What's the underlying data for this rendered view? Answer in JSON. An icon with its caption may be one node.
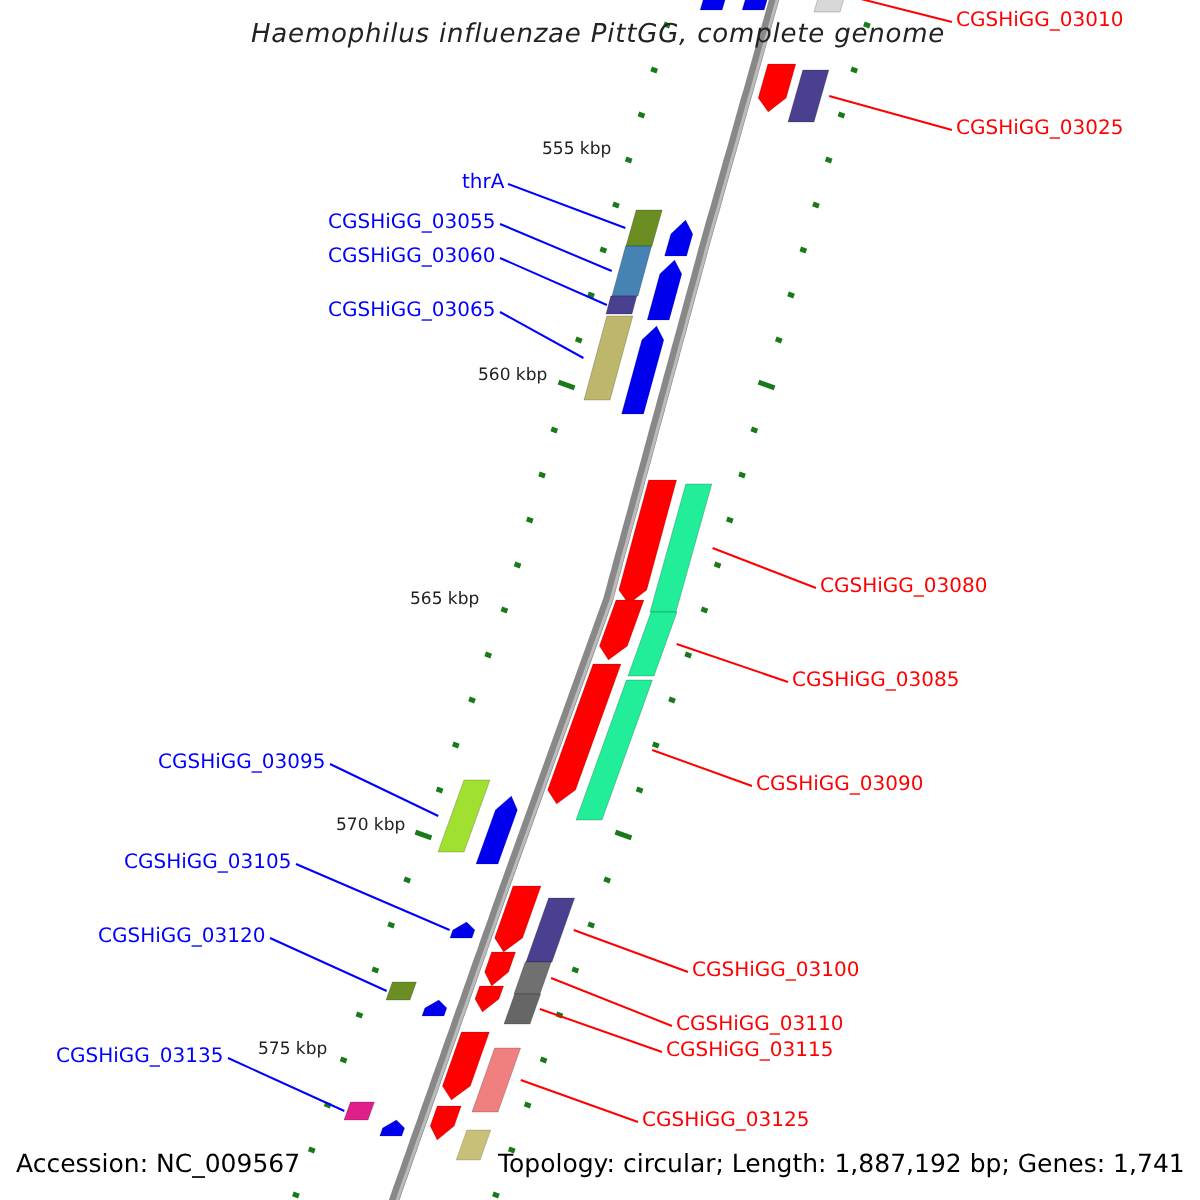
{
  "diagram": {
    "title": "Haemophilus influenzae PittGG, complete genome",
    "nodes": [
      {
        "text": [
          "CGSHiGG_03010"
        ]
      },
      {
        "text": [],
        "shape": "box"
      },
      {
        "text": [
          "CGSHiGG_03025"
        ]
      },
      {
        "text": [],
        "shape": "box"
      },
      {
        "text": [
          "thrA"
        ]
      },
      {
        "text": [],
        "shape": "box"
      },
      {
        "text": [
          "CGSHiGG_03055"
        ]
      },
      {
        "text": [],
        "shape": "box"
      },
      {
        "text": [
          "CGSHiGG_03060"
        ]
      },
      {
        "text": [],
        "shape": "box"
      },
      {
        "text": [
          "CGSHiGG_03065"
        ]
      },
      {
        "text": [],
        "shape": "box"
      },
      {
        "text": [
          "CGSHiGG_03080"
        ]
      },
      {
        "text": [],
        "shape": "box"
      },
      {
        "text": [
          "CGSHiGG_03085"
        ]
      },
      {
        "text": [],
        "shape": "box"
      },
      {
        "text": [
          "CGSHiGG_03095"
        ]
      },
      {
        "text": [],
        "shape": "box"
      },
      {
        "text": [
          "CGSHiGG_03090"
        ]
      },
      {
        "text": [],
        "shape": "box"
      },
      {
        "text": [
          "CGSHiGG_03105"
        ]
      },
      {
        "text": [],
        "shape": "arrow"
      },
      {
        "text": [
          "CGSHiGG_03120"
        ]
      },
      {
        "text": [],
        "shape": "box"
      },
      {
        "text": [
          "CGSHiGG_03100"
        ]
      },
      {
        "text": [],
        "shape": "box"
      },
      {
        "text": [
          "CGSHiGG_03110"
        ]
      },
      {
        "text": [],
        "shape": "box"
      },
      {
        "text": [
          "CGSHiGG_03115"
        ]
      },
      {
        "text": [],
        "shape": "box"
      },
      {
        "text": [
          "CGSHiGG_03135"
        ]
      },
      {
        "text": [],
        "shape": "box"
      },
      {
        "text": [
          "CGSHiGG_03125"
        ]
      },
      {
        "text": [],
        "shape": "box"
      }
    ],
    "edges": [
      {
        "from": 0,
        "to": 1,
        "arrow": "none"
      },
      {
        "from": 2,
        "to": 3,
        "arrow": "none"
      },
      {
        "from": 4,
        "to": 5,
        "arrow": "none",
        "color": "#0000ff"
      },
      {
        "from": 6,
        "to": 7,
        "arrow": "none",
        "color": "#0000ff"
      },
      {
        "from": 8,
        "to": 9,
        "arrow": "none",
        "color": "#0000ff"
      },
      {
        "from": 10,
        "to": 11,
        "arrow": "none",
        "color": "#0000ff"
      },
      {
        "from": 12,
        "to": 13,
        "arrow": "none"
      },
      {
        "from": 14,
        "to": 15,
        "arrow": "none"
      },
      {
        "from": 16,
        "to": 17,
        "arrow": "none",
        "color": "#0000ff"
      },
      {
        "from": 18,
        "to": 19,
        "arrow": "none"
      },
      {
        "from": 20,
        "to": 21,
        "arrow": "none",
        "color": "#0000ff"
      },
      {
        "from": 22,
        "to": 23,
        "arrow": "none",
        "color": "#0000ff"
      },
      {
        "from": 24,
        "to": 25,
        "arrow": "none"
      },
      {
        "from": 26,
        "to": 27,
        "arrow": "none"
      },
      {
        "from": 28,
        "to": 29,
        "arrow": "none"
      },
      {
        "from": 30,
        "to": 31,
        "arrow": "none",
        "color": "#0000ff"
      },
      {
        "from": 32,
        "to": 33,
        "arrow": "none"
      }
    ],
    "labels": [
      "555 kbp",
      "560 kbp",
      "565 kbp",
      "570 kbp",
      "575 kbp",
      "Accession: NC_009567",
      "Topology: circular; Length: 1,887,192 bp; Genes: 1,741"
    ]
  }
}
